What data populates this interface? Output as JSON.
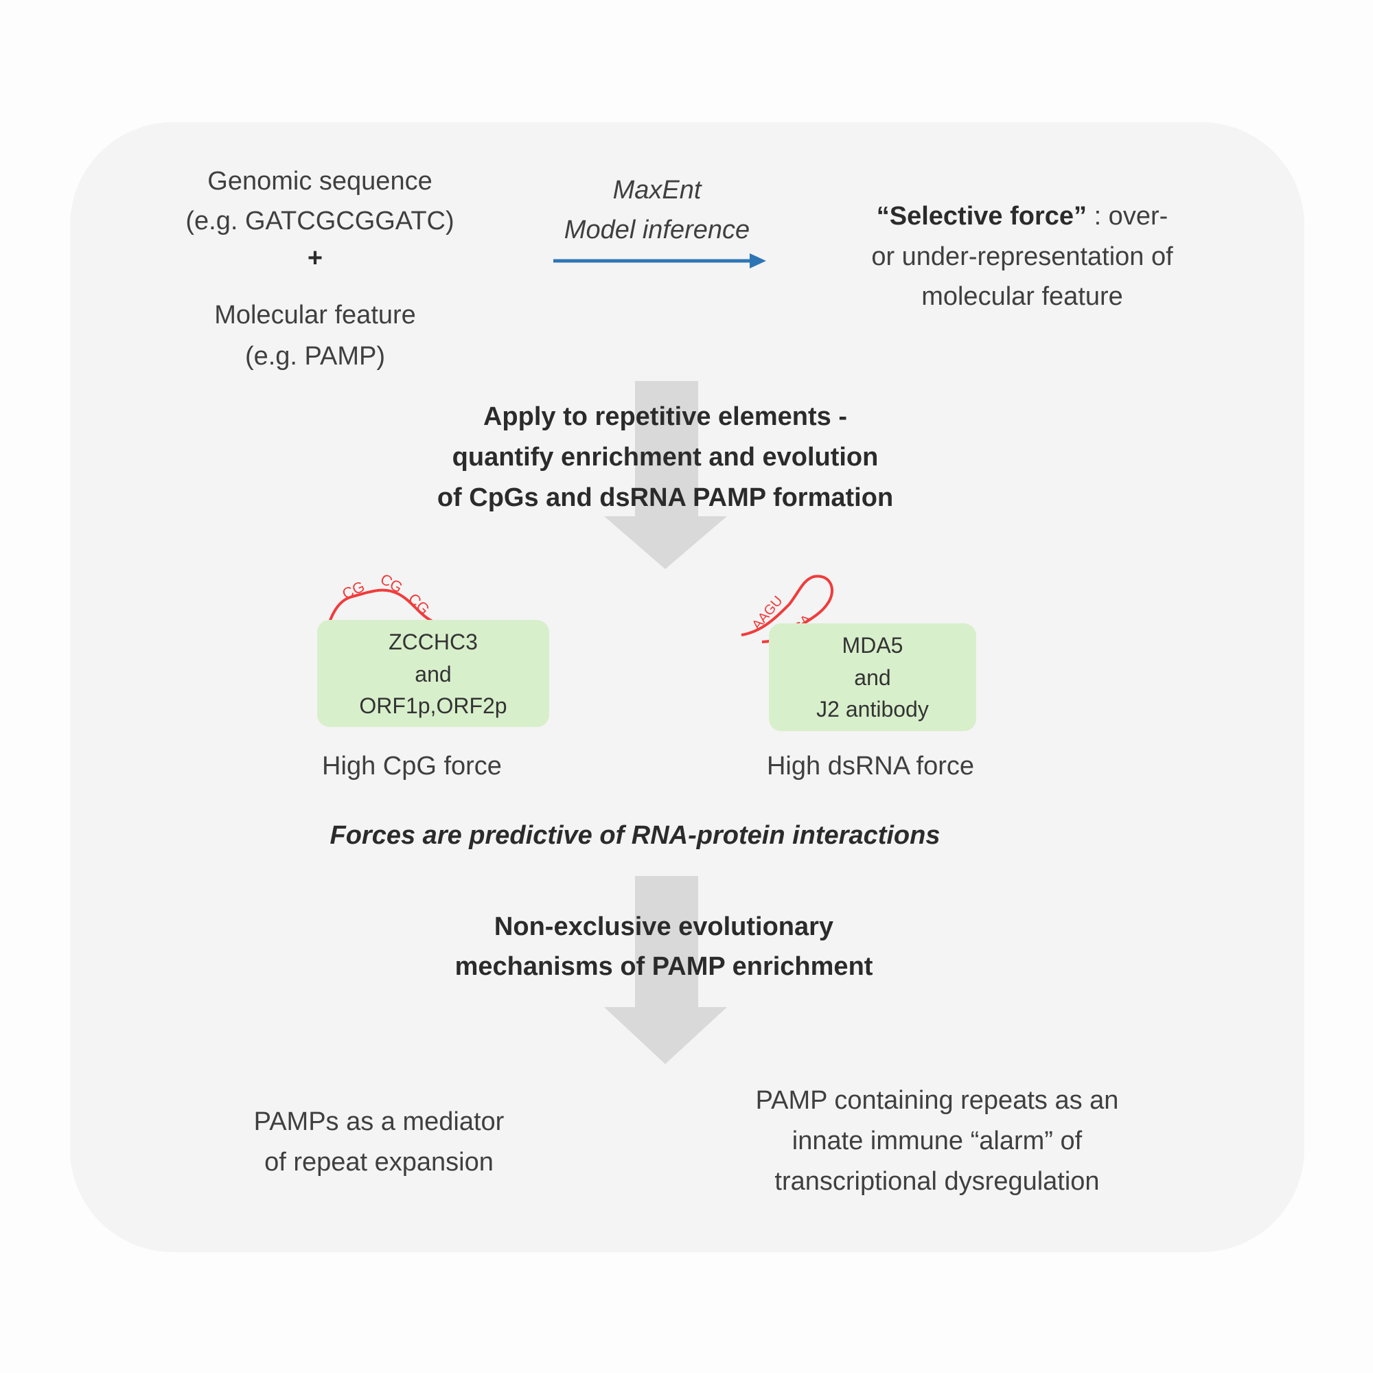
{
  "input": {
    "line1": "Genomic sequence",
    "line2": "(e.g. GATCGCGGATC)",
    "plus": "+",
    "line3": "Molecular feature",
    "line4": "(e.g. PAMP)"
  },
  "method": {
    "line1": "MaxEnt",
    "line2": "Model inference"
  },
  "output": {
    "bold": "“Selective force”",
    "line1_rest": " : over-",
    "line2": "or under-representation of",
    "line3": "molecular feature"
  },
  "step2": {
    "lines": [
      "Apply to repetitive elements -",
      "quantify enrichment and evolution",
      "of CpGs and dsRNA PAMP formation"
    ]
  },
  "cpg": {
    "labels": [
      "CG",
      "CG",
      "CG"
    ],
    "box": [
      "ZCCHC3",
      "and",
      "ORF1p,ORF2p"
    ],
    "caption": "High CpG force"
  },
  "dsrna": {
    "labels": [
      "AAGU",
      "UUCA"
    ],
    "box": [
      "MDA5",
      "and",
      "J2 antibody"
    ],
    "caption": "High dsRNA force"
  },
  "conclusion": "Forces are predictive of RNA-protein interactions",
  "step3": {
    "lines": [
      "Non-exclusive evolutionary",
      "mechanisms of PAMP enrichment"
    ]
  },
  "outcome_left": {
    "lines": [
      "PAMPs as a mediator",
      "of repeat expansion"
    ]
  },
  "outcome_right": {
    "lines": [
      "PAMP containing repeats as an",
      "innate immune “alarm” of",
      "transcriptional dysregulation"
    ]
  },
  "colors": {
    "arrow_blue": "#2e75b6",
    "gray_arrow": "#d9d9d9",
    "green_box": "#d8efcb",
    "rna_red": "#f03c3c"
  }
}
